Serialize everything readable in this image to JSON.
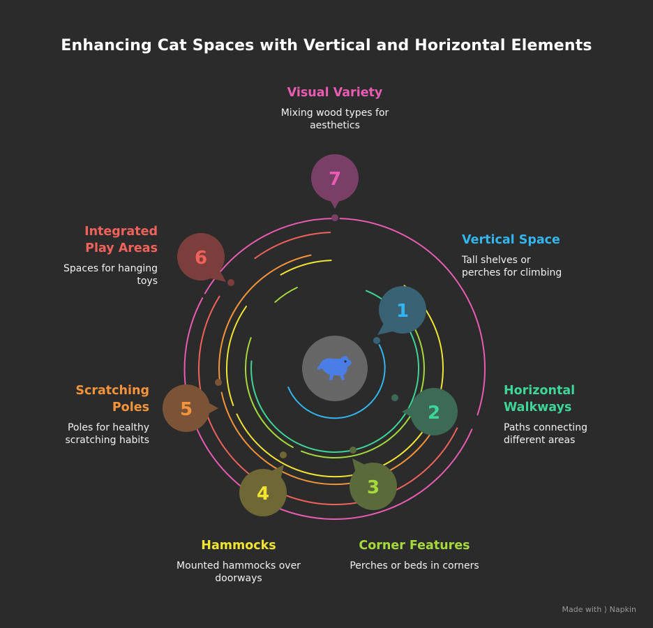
{
  "title": "Enhancing Cat Spaces with Vertical and Horizontal Elements",
  "center_icon": "cat-icon",
  "items": [
    {
      "number": "1",
      "title": "Vertical Space",
      "description": "Tall shelves or perches for climbing",
      "color": "#33b5f0",
      "bubble": "#3a6275"
    },
    {
      "number": "2",
      "title": "Horizontal Walkways",
      "description": "Paths connecting different areas",
      "color": "#3ed59a",
      "bubble": "#3d6a57"
    },
    {
      "number": "3",
      "title": "Corner Features",
      "description": "Perches or beds in corners",
      "color": "#a6d93b",
      "bubble": "#5a6a3b"
    },
    {
      "number": "4",
      "title": "Hammocks",
      "description": "Mounted hammocks over doorways",
      "color": "#f2e532",
      "bubble": "#6e6837"
    },
    {
      "number": "5",
      "title": "Scratching Poles",
      "description": "Poles for healthy scratching habits",
      "color": "#f5943a",
      "bubble": "#7b5438"
    },
    {
      "number": "6",
      "title": "Integrated Play Areas",
      "description": "Spaces for hanging toys",
      "color": "#f2625c",
      "bubble": "#7c3e3d"
    },
    {
      "number": "7",
      "title": "Visual Variety",
      "description": "Mixing wood types for aesthetics",
      "color": "#e85cb2",
      "bubble": "#7a3f66"
    }
  ],
  "footer": {
    "text": "Made with",
    "brand": "Napkin"
  }
}
